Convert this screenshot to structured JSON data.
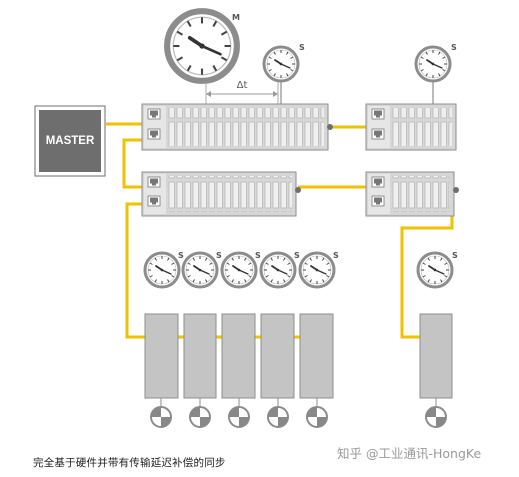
{
  "master": {
    "label": "MASTER"
  },
  "clock_labels": {
    "master": "M",
    "slave": "S"
  },
  "delta_label": "Δt",
  "caption": "完全基于硬件并带有传输延迟补偿的同步",
  "watermark": "知乎 @工业通讯-HongKe",
  "colors": {
    "line": "#f2c100",
    "master_fill": "#6e6e6e",
    "switch_fill": "#d6d6d6",
    "device_fill": "#c4c4c4",
    "clock_face": "#ffffff",
    "clock_ring": "#8c8c8c"
  },
  "icons": [
    "analog-clock-icon",
    "ethernet-port-icon",
    "device-status-pie-icon"
  ]
}
